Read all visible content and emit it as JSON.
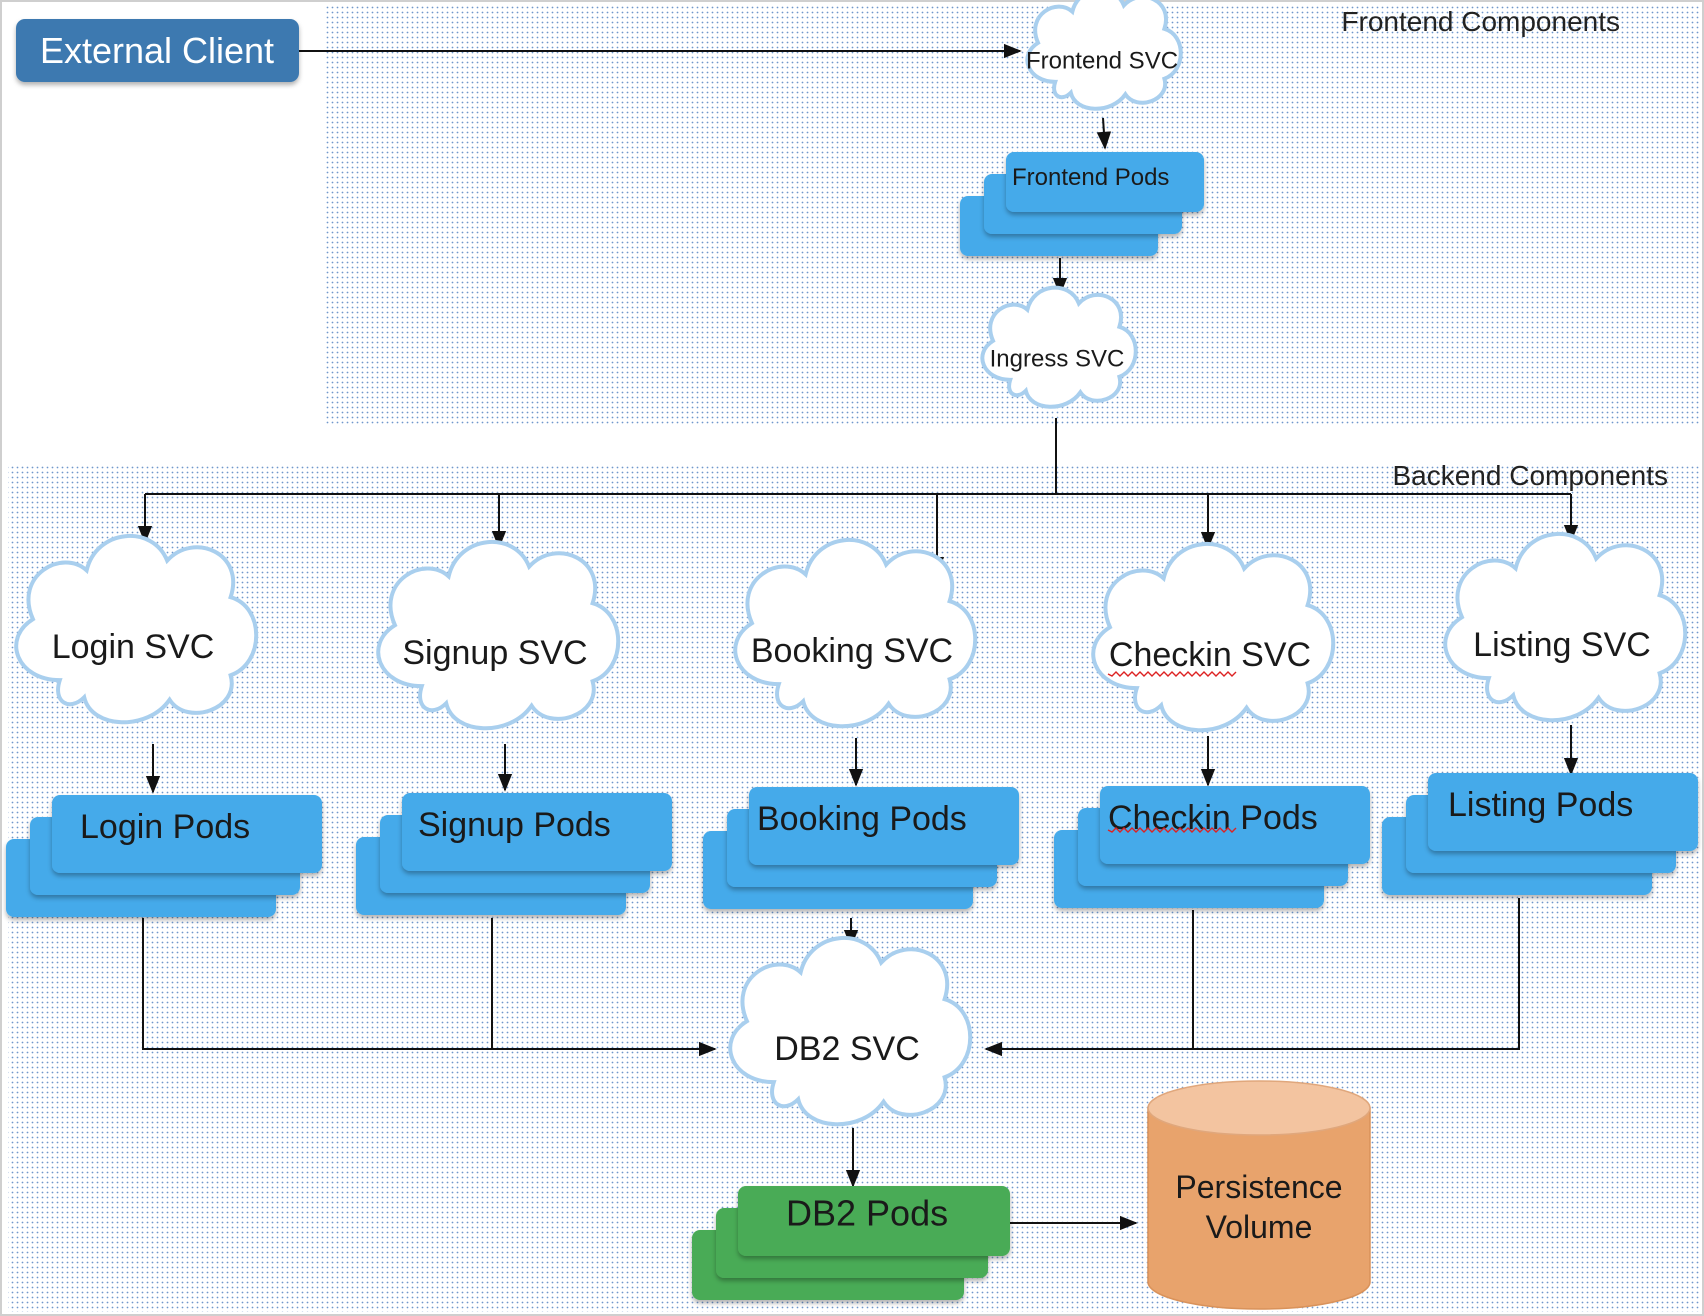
{
  "diagram": {
    "regions": {
      "frontend": "Frontend Components",
      "backend": "Backend Components"
    },
    "external_client": "External Client",
    "frontend": {
      "frontend_svc": "Frontend SVC",
      "frontend_pods": "Frontend Pods",
      "ingress_svc": "Ingress SVC"
    },
    "backend": {
      "services": [
        {
          "svc": "Login SVC",
          "pods": "Login Pods"
        },
        {
          "svc": "Signup SVC",
          "pods": "Signup Pods"
        },
        {
          "svc": "Booking SVC",
          "pods": "Booking Pods"
        },
        {
          "svc": "Checkin SVC",
          "pods": "Checkin Pods"
        },
        {
          "svc": "Listing SVC",
          "pods": "Listing Pods"
        }
      ],
      "db2_svc": "DB2 SVC",
      "db2_pods": "DB2 Pods",
      "persistence_volume": [
        "Persistence",
        "Volume"
      ]
    },
    "colors": {
      "pod_blue": "#45aaea",
      "pod_green": "#48ab57",
      "client_blue": "#3d79b0",
      "cloud_stroke": "#a9cfee",
      "cylinder_body": "#e8a36c",
      "cylinder_top": "#f3c4a0",
      "dots": "#6f98cc"
    }
  }
}
